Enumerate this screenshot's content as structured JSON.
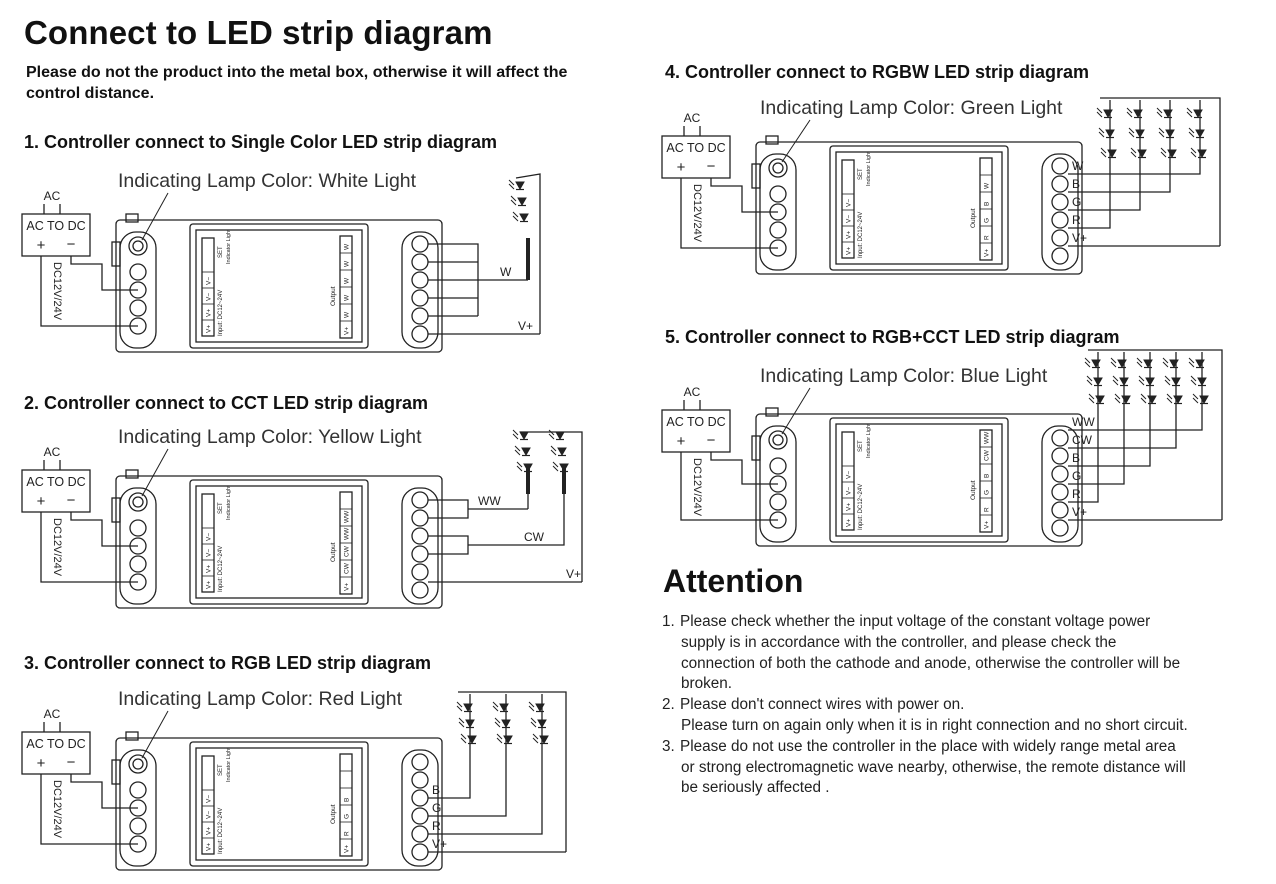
{
  "page": {
    "title": "Connect to LED strip diagram",
    "subtitle": "Please do not the product into the metal box, otherwise it will affect the control distance."
  },
  "common": {
    "ac": "AC",
    "ac_to_dc": "AC TO DC",
    "plus": "+",
    "minus": "−",
    "dc_label": "DC12V/24V",
    "set": "SET",
    "indicator": "Indicator Light",
    "input": "Input: DC12~24V",
    "output": "Output",
    "input_pins": [
      "V+",
      "V+",
      "V−",
      "V−"
    ]
  },
  "sections": [
    {
      "title": "1. Controller connect to Single Color LED strip diagram",
      "lamp": "Indicating Lamp Color: White Light",
      "output_pins": [
        "V+",
        "W",
        "W",
        "W",
        "W",
        "W"
      ],
      "wire_labels": [
        "W",
        "V+"
      ]
    },
    {
      "title": "2. Controller connect to CCT LED strip diagram",
      "lamp": "Indicating Lamp Color: Yellow Light",
      "output_pins": [
        "V+",
        "CW",
        "CW",
        "WW",
        "WW",
        ""
      ],
      "wire_labels": [
        "WW",
        "CW",
        "V+"
      ]
    },
    {
      "title": "3. Controller connect to RGB LED strip diagram",
      "lamp": "Indicating Lamp Color: Red Light",
      "output_pins": [
        "V+",
        "R",
        "G",
        "B",
        "",
        ""
      ],
      "wire_labels": [
        "B",
        "G",
        "R",
        "V+"
      ]
    },
    {
      "title": "4. Controller connect to RGBW LED strip diagram",
      "lamp": "Indicating Lamp Color: Green Light",
      "output_pins": [
        "V+",
        "R",
        "G",
        "B",
        "W",
        ""
      ],
      "wire_labels": [
        "W",
        "B",
        "G",
        "R",
        "V+"
      ]
    },
    {
      "title": "5. Controller connect to RGB+CCT LED strip diagram",
      "lamp": "Indicating Lamp Color: Blue Light",
      "output_pins": [
        "V+",
        "R",
        "G",
        "B",
        "CW",
        "WW"
      ],
      "wire_labels": [
        "WW",
        "CW",
        "B",
        "G",
        "R",
        "V+"
      ]
    }
  ],
  "attention": {
    "title": "Attention",
    "items": [
      {
        "num": "1.",
        "first": "Please check whether the input voltage of the constant voltage power",
        "rest": [
          "supply is in accordance with the controller, and please check the",
          "connection of both the cathode and anode, otherwise the controller will be",
          "broken."
        ]
      },
      {
        "num": "2.",
        "first": "Please don't connect wires with power on.",
        "rest": [
          "Please turn on again only when it is in right connection and no short circuit."
        ]
      },
      {
        "num": "3.",
        "first": "Please do not use the controller in the place with widely range metal area",
        "rest": [
          "or strong electromagnetic wave nearby, otherwise, the remote distance will",
          "be seriously affected ."
        ]
      }
    ]
  }
}
